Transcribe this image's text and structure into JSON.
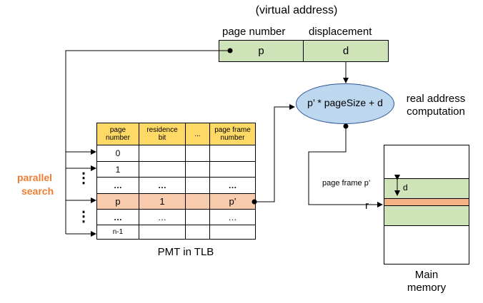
{
  "virtual_address": {
    "title": "(virtual address)",
    "field_labels": {
      "page_number": "page number",
      "displacement": "displacement"
    },
    "values": {
      "p": "p",
      "d": "d"
    }
  },
  "computation": {
    "formula": "p’ * pageSize + d",
    "label_line1": "real address",
    "label_line2": "computation"
  },
  "pmt": {
    "headers": {
      "page_number": [
        "page",
        "number"
      ],
      "residence_bit": [
        "residence",
        "bit"
      ],
      "ellipsis": "...",
      "page_frame_number": [
        "page frame",
        "number"
      ]
    },
    "rows": [
      {
        "page": "0",
        "bit": "",
        "frame": ""
      },
      {
        "page": "1",
        "bit": "",
        "frame": ""
      },
      {
        "page": "…",
        "bit": "…",
        "frame": "…"
      },
      {
        "page": "p",
        "bit": "1",
        "frame": "p’"
      },
      {
        "page": "…",
        "bit": "…",
        "frame": "…"
      },
      {
        "page": "n-1",
        "bit": "",
        "frame": ""
      }
    ],
    "caption": "PMT in TLB"
  },
  "search": {
    "line1": "parallel",
    "line2": "search",
    "dots": "⋮"
  },
  "memory": {
    "page_frame_label": "page frame p’",
    "d_label": "d",
    "r_label": "r",
    "caption_line1": "Main",
    "caption_line2": "memory"
  },
  "colors": {
    "green": "#cfe3b9",
    "blue_ellipse": "#bdd7ee",
    "header_yellow": "#ffd966",
    "highlight_row": "#f8cbad",
    "memory_highlight": "#f4b183",
    "search_orange": "#ed7d31"
  }
}
